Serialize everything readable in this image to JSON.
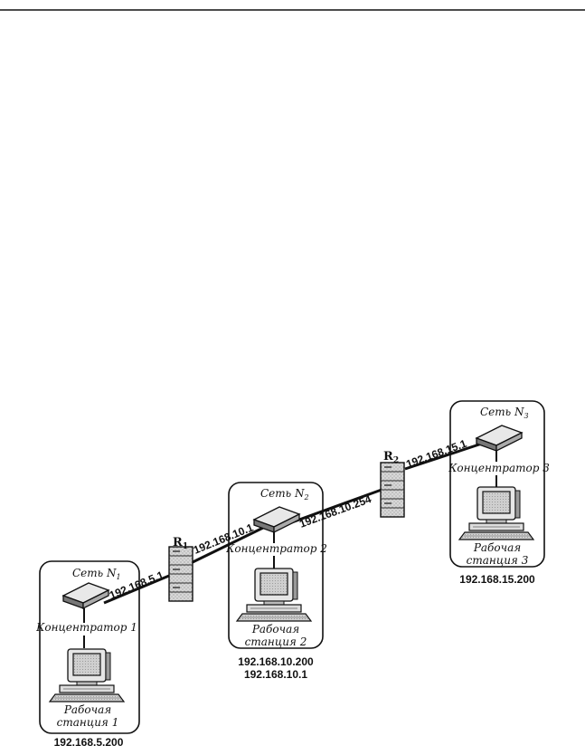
{
  "networks": [
    {
      "name": "Сеть N",
      "name_sub": "1",
      "hub": "Концентратор 1",
      "ws_line1": "Рабочая",
      "ws_line2": "станция 1",
      "ip": "192.168.5.200"
    },
    {
      "name": "Сеть N",
      "name_sub": "2",
      "hub": "Концентратор 2",
      "ws_line1": "Рабочая",
      "ws_line2": "станция 2",
      "ip": "192.168.10.200",
      "ip2": "192.168.10.1"
    },
    {
      "name": "Сеть N",
      "name_sub": "3",
      "hub": "Концентратор 3",
      "ws_line1": "Рабочая",
      "ws_line2": "станция 3",
      "ip": "192.168.15.200"
    }
  ],
  "routers": [
    {
      "name": "R",
      "sub": "1"
    },
    {
      "name": "R",
      "sub": "2"
    }
  ],
  "links": [
    {
      "label": "192.168.5.1"
    },
    {
      "label": "192.168.10.1"
    },
    {
      "label": "192.168.10.254"
    },
    {
      "label": "192.168.15.1"
    }
  ]
}
